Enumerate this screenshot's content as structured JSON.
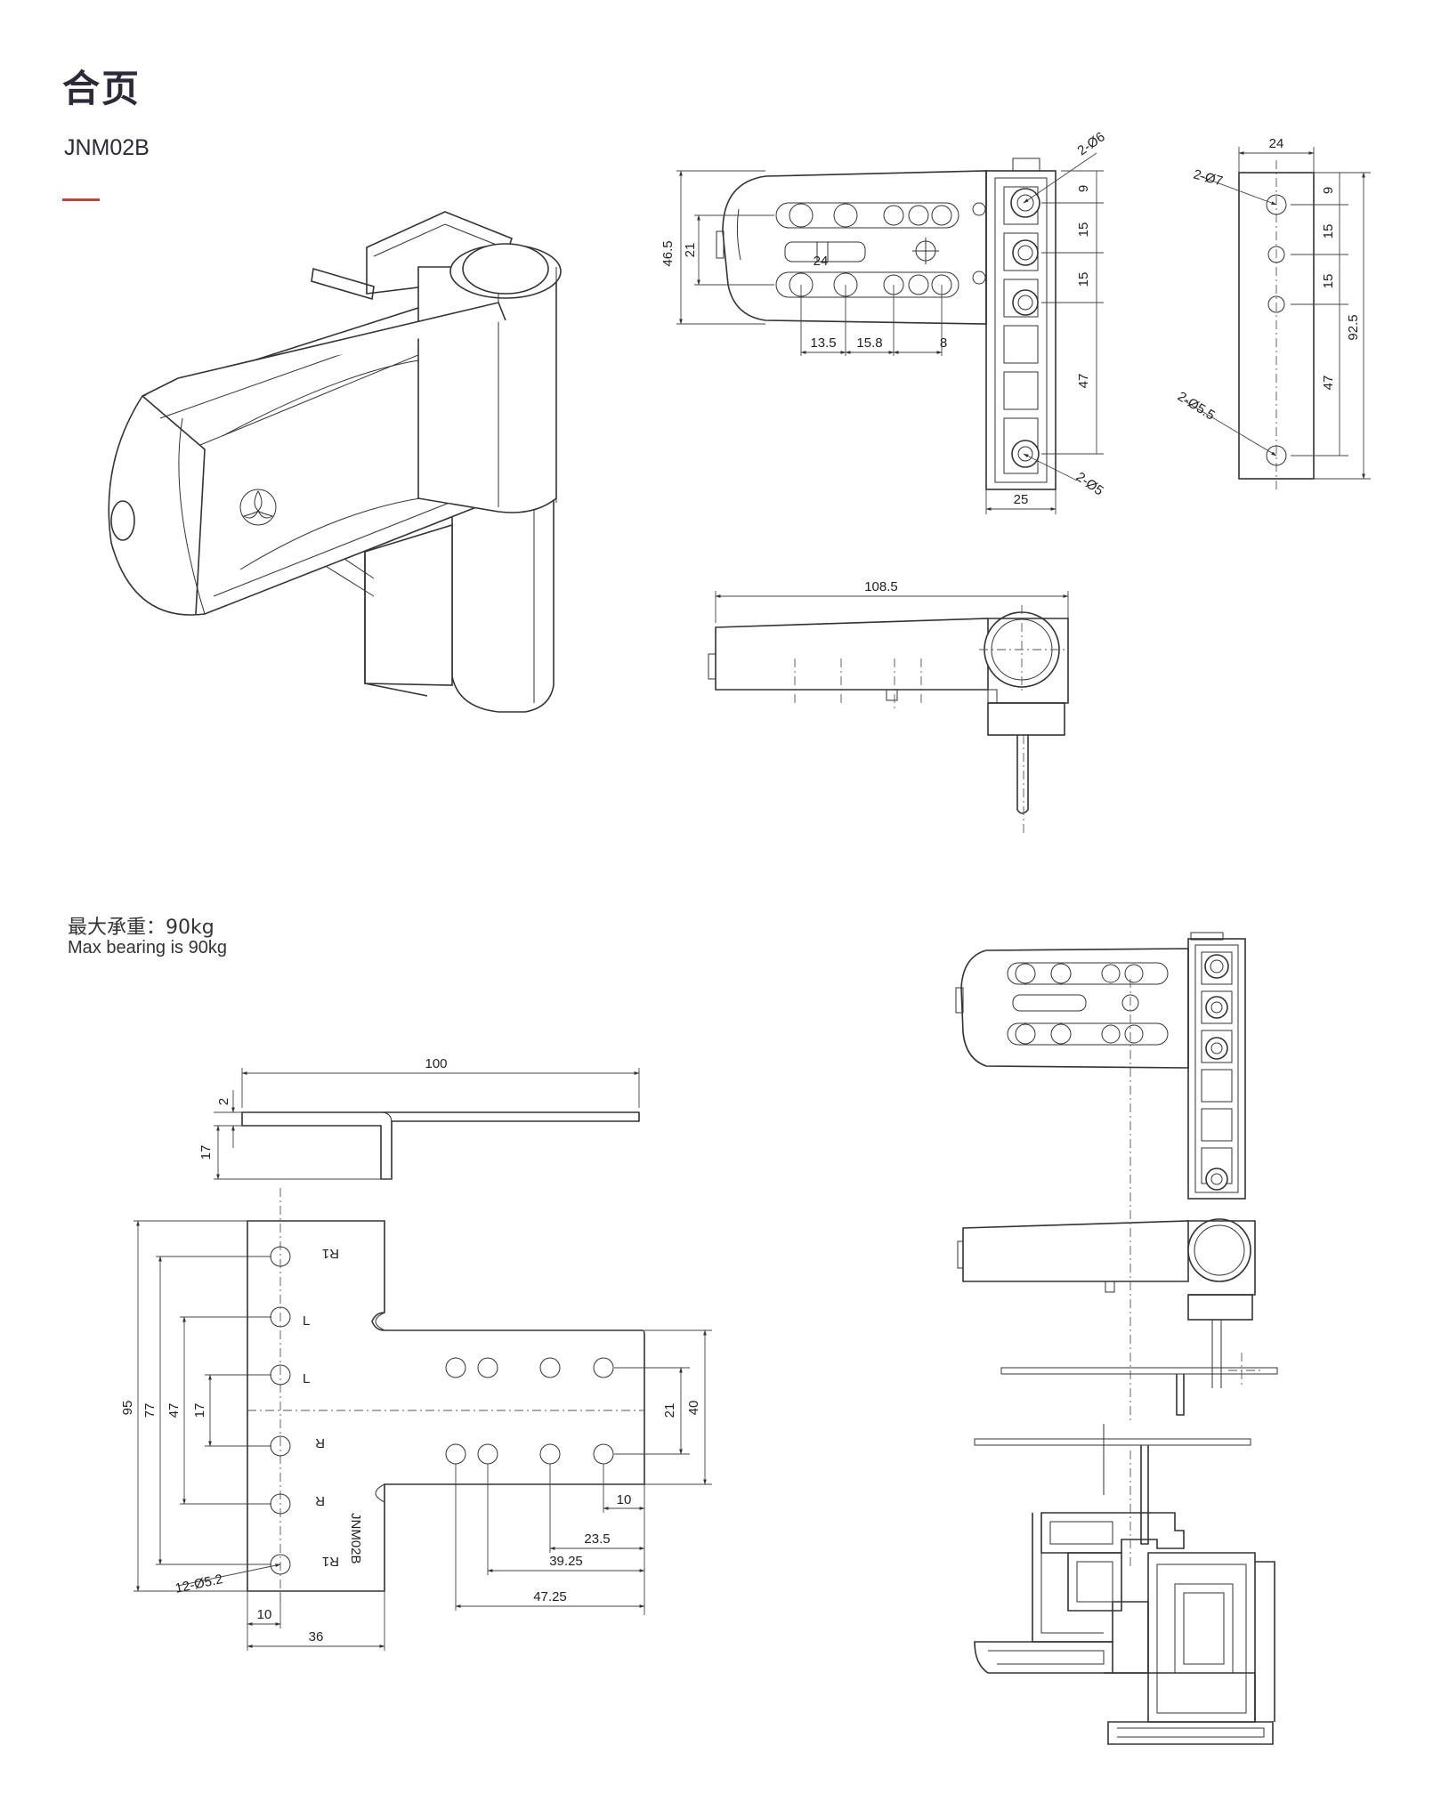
{
  "header": {
    "title": "合页",
    "model": "JNM02B"
  },
  "accent_color": "#d9353a",
  "bearing": {
    "cn": "最大承重：90kg",
    "en": "Max bearing is 90kg"
  },
  "top_view_dims": {
    "height_total": "46.5",
    "height_inner": "21",
    "slot": "24",
    "d1": "13.5",
    "d2": "15.8",
    "d3": "8",
    "hole_top": "2-Ø6",
    "hole_bottom": "2-Ø5",
    "v1": "9",
    "v2": "15",
    "v3": "15",
    "v4": "47",
    "width": "25"
  },
  "plate_dims": {
    "width": "24",
    "hole_top": "2-Ø7",
    "hole_bottom": "2-Ø5.5",
    "v1": "9",
    "v2": "15",
    "v3": "15",
    "v4": "47",
    "total": "92.5"
  },
  "side_view_dims": {
    "length": "108.5"
  },
  "template_dims": {
    "top_width": "100",
    "thickness": "2",
    "drop": "17",
    "h95": "95",
    "h77": "77",
    "h47": "47",
    "h17": "17",
    "w21": "21",
    "w40": "40",
    "w10r": "10",
    "w23_5": "23.5",
    "w39_25": "39.25",
    "w47_25": "47.25",
    "holes": "12-Ø5.2",
    "w10": "10",
    "w36": "36",
    "engraving": "JNM02B",
    "labels": [
      "R1",
      "L",
      "L",
      "R",
      "R",
      "R1"
    ]
  }
}
